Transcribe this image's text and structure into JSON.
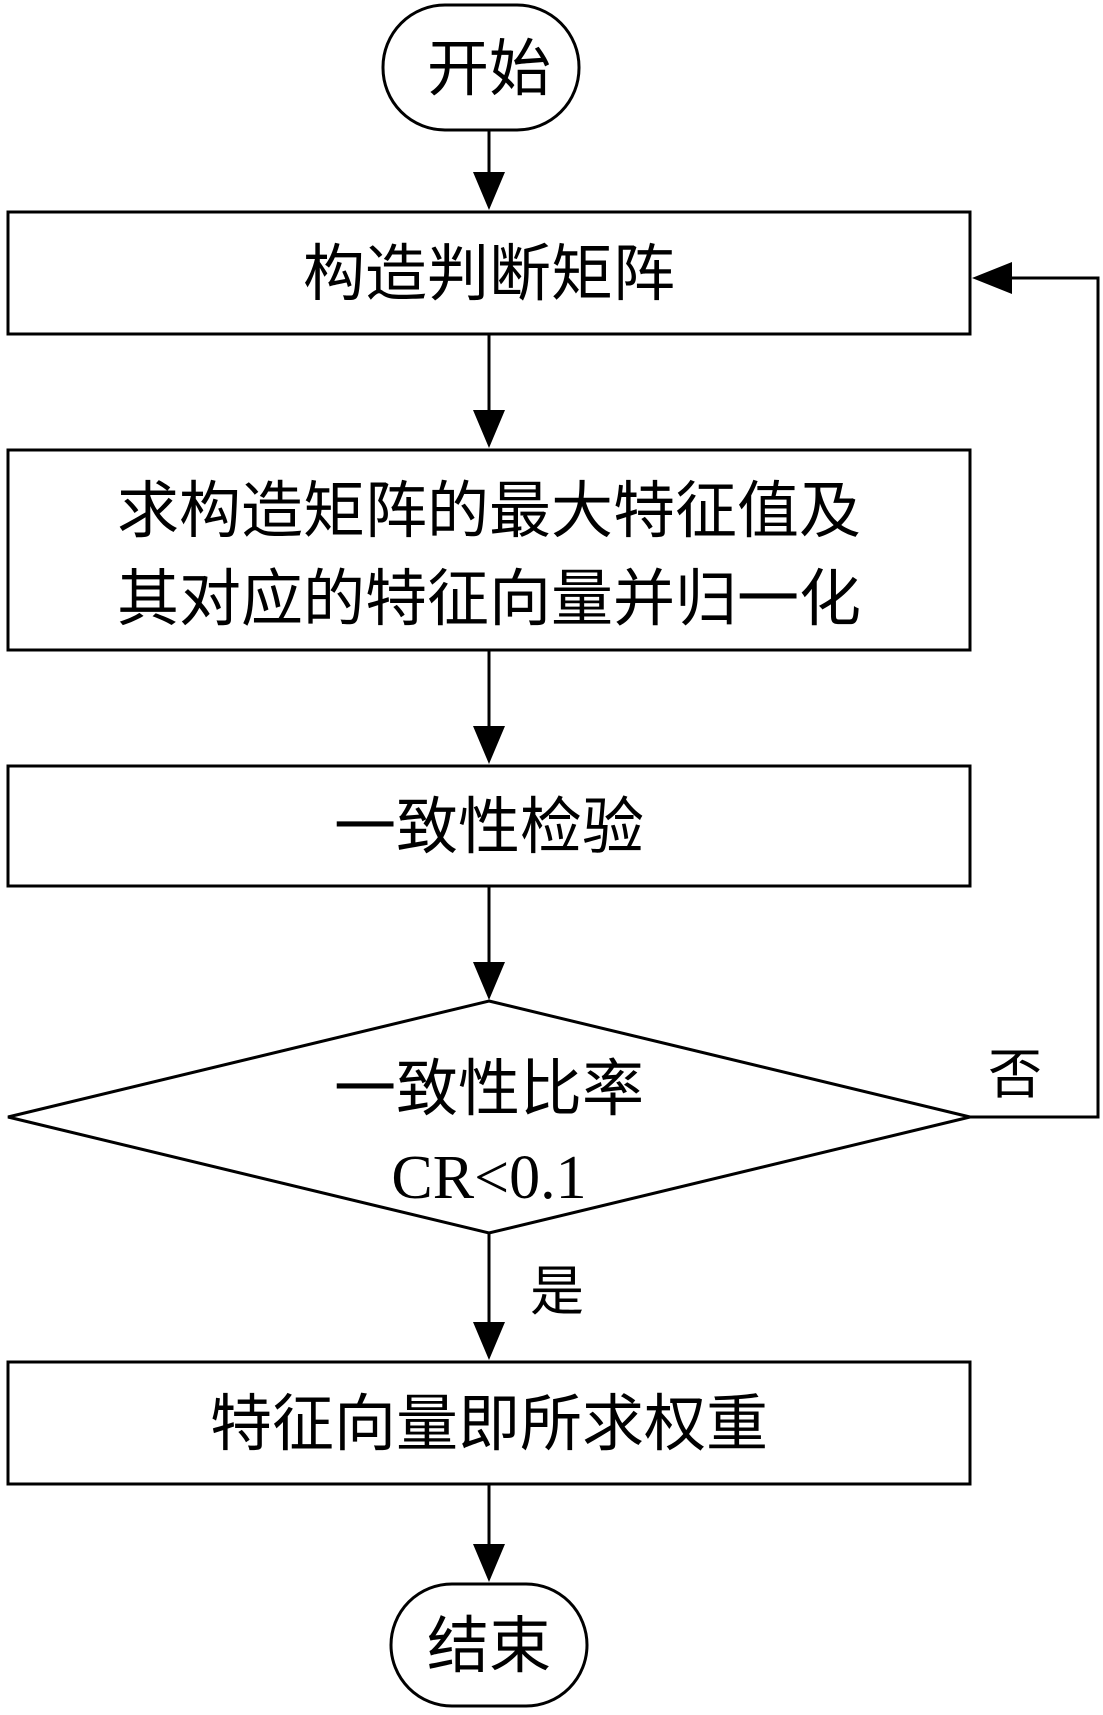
{
  "nodes": {
    "start": "开始",
    "step1": "构造判断矩阵",
    "step2_line1": "求构造矩阵的最大特征值及",
    "step2_line2": "其对应的特征向量并归一化",
    "step3": "一致性检验",
    "decision_line1": "一致性比率",
    "decision_line2": "CR<0.1",
    "step4": "特征向量即所求权重",
    "end": "结束"
  },
  "edges": {
    "no_label": "否",
    "yes_label": "是"
  }
}
